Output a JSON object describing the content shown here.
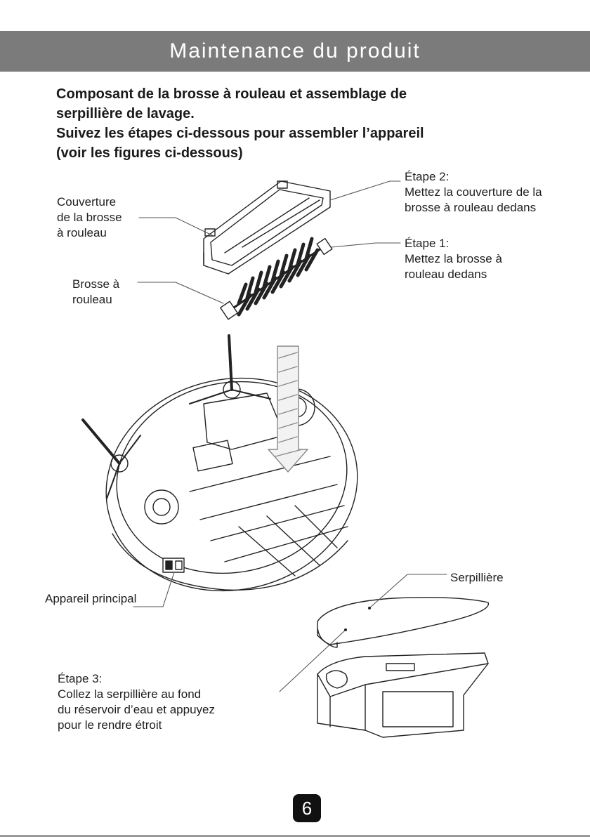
{
  "header": {
    "title": "Maintenance du produit"
  },
  "intro": {
    "lines": [
      "Composant de la brosse à rouleau et assemblage de",
      "serpillière de lavage.",
      "Suivez les étapes ci-dessous pour assembler l’appareil",
      "(voir les figures ci-dessous)"
    ]
  },
  "labels": {
    "cover": [
      "Couverture",
      "de la brosse",
      "à rouleau"
    ],
    "brush": [
      "Brosse à",
      "rouleau"
    ],
    "step2": [
      "Étape 2:",
      "Mettez la couverture de la",
      "brosse à rouleau dedans"
    ],
    "step1": [
      "Étape 1:",
      "Mettez la brosse à",
      "rouleau dedans"
    ],
    "main_unit": "Appareil principal",
    "mop": "Serpillière",
    "step3": [
      "Étape 3:",
      "Collez la serpillière au fond",
      "du réservoir d’eau et appuyez",
      "pour le rendre étroit"
    ]
  },
  "footer": {
    "page_number": "6"
  },
  "colors": {
    "header_bg": "#7b7b7b",
    "badge_bg": "#111111",
    "line_art": "#222222"
  }
}
